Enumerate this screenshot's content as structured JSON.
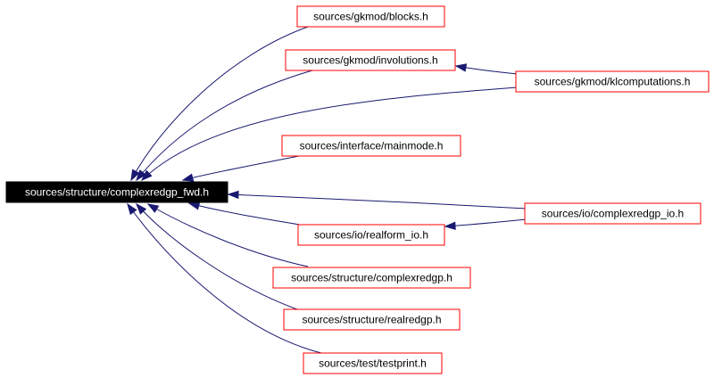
{
  "diagram": {
    "type": "include-dependency-graph",
    "colors": {
      "edge": "#191970",
      "node_border": "#ff0000",
      "root_fill": "#000000",
      "root_text": "#ffffff"
    },
    "root": "n-root",
    "nodes": [
      {
        "id": "n-root",
        "label": "sources/structure/complexredgp_fwd.h",
        "root": true
      },
      {
        "id": "n-blocks",
        "label": "sources/gkmod/blocks.h"
      },
      {
        "id": "n-involutions",
        "label": "sources/gkmod/involutions.h"
      },
      {
        "id": "n-klcomp",
        "label": "sources/gkmod/klcomputations.h"
      },
      {
        "id": "n-mainmode",
        "label": "sources/interface/mainmode.h"
      },
      {
        "id": "n-complexio",
        "label": "sources/io/complexredgp_io.h"
      },
      {
        "id": "n-realform",
        "label": "sources/io/realform_io.h"
      },
      {
        "id": "n-complexredgp",
        "label": "sources/structure/complexredgp.h"
      },
      {
        "id": "n-realredgp",
        "label": "sources/structure/realredgp.h"
      },
      {
        "id": "n-testprint",
        "label": "sources/test/testprint.h"
      }
    ],
    "edges": [
      {
        "from": "n-blocks",
        "to": "n-root"
      },
      {
        "from": "n-involutions",
        "to": "n-root"
      },
      {
        "from": "n-klcomp",
        "to": "n-root"
      },
      {
        "from": "n-mainmode",
        "to": "n-root"
      },
      {
        "from": "n-complexio",
        "to": "n-root"
      },
      {
        "from": "n-realform",
        "to": "n-root"
      },
      {
        "from": "n-complexredgp",
        "to": "n-root"
      },
      {
        "from": "n-realredgp",
        "to": "n-root"
      },
      {
        "from": "n-testprint",
        "to": "n-root"
      },
      {
        "from": "n-klcomp",
        "to": "n-involutions"
      },
      {
        "from": "n-complexio",
        "to": "n-realform"
      }
    ]
  }
}
